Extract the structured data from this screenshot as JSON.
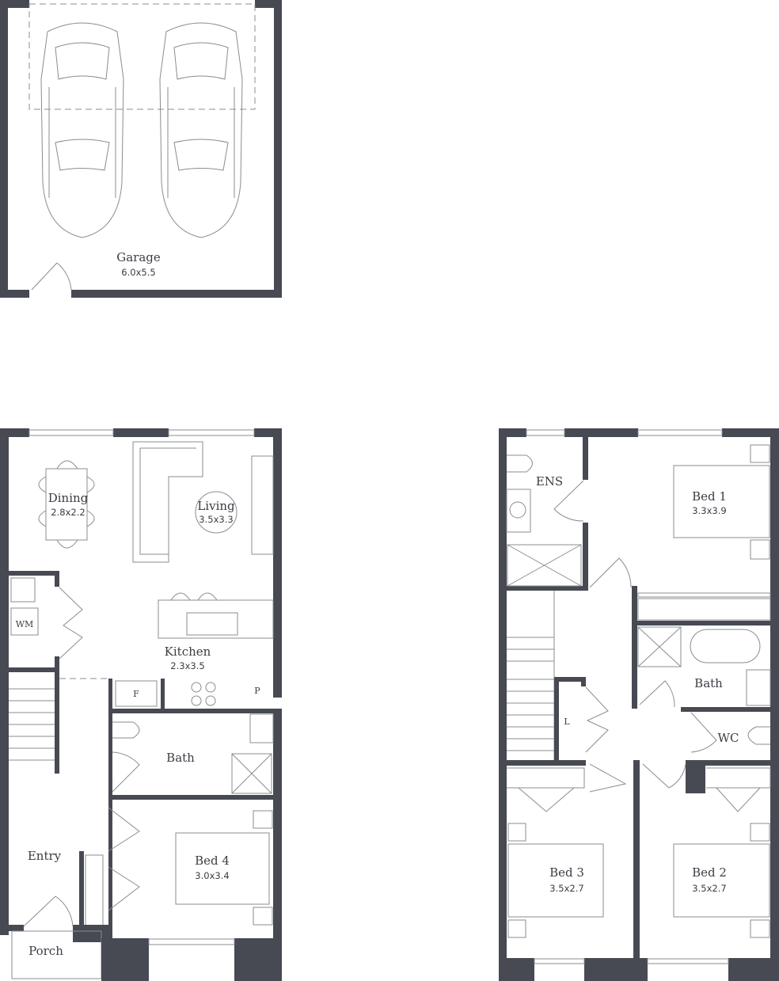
{
  "colors": {
    "wall": "#474a52",
    "line": "#8a8c92",
    "background": "#ffffff"
  },
  "garage": {
    "name": "Garage",
    "size": "6.0x5.5"
  },
  "ground_floor": {
    "dining": {
      "name": "Dining",
      "size": "2.8x2.2"
    },
    "living": {
      "name": "Living",
      "size": "3.5x3.3"
    },
    "laundry": {
      "wm": "WM"
    },
    "kitchen": {
      "name": "Kitchen",
      "size": "2.3x3.5",
      "fridge": "F",
      "pantry": "P"
    },
    "bath": {
      "name": "Bath"
    },
    "entry": {
      "name": "Entry"
    },
    "bed4": {
      "name": "Bed 4",
      "size": "3.0x3.4"
    },
    "porch": {
      "name": "Porch"
    }
  },
  "first_floor": {
    "ens": {
      "name": "ENS"
    },
    "bed1": {
      "name": "Bed 1",
      "size": "3.3x3.9"
    },
    "bath": {
      "name": "Bath"
    },
    "linen": {
      "name": "L"
    },
    "wc": {
      "name": "WC"
    },
    "bed3": {
      "name": "Bed 3",
      "size": "3.5x2.7"
    },
    "bed2": {
      "name": "Bed 2",
      "size": "3.5x2.7"
    }
  }
}
